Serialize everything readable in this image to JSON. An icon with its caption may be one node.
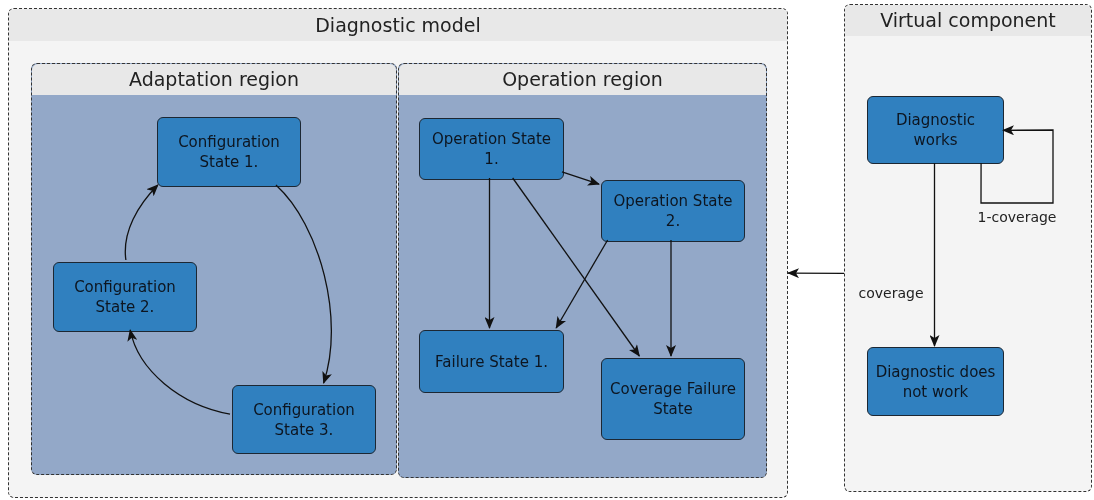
{
  "diagram": {
    "nodes": [
      {
        "text": [
          "Diagnostic model"
        ]
      },
      {
        "text": [
          "Adaptation region"
        ],
        "in": 0
      },
      {
        "text": [
          "Configuration State 1."
        ],
        "in": 1
      },
      {
        "text": [
          "Configuration State 2."
        ],
        "in": 1
      },
      {
        "text": [
          "Configuration State 3."
        ],
        "in": 1
      },
      {
        "text": [
          "Operation region"
        ],
        "in": 0
      },
      {
        "text": [
          "Operation State 1."
        ],
        "in": 5
      },
      {
        "text": [
          "Operation State 2."
        ],
        "in": 5
      },
      {
        "text": [
          "Failure State 1."
        ],
        "in": 5
      },
      {
        "text": [
          "Coverage Failure State"
        ],
        "in": 5
      },
      {
        "text": [
          "Virtual component"
        ]
      },
      {
        "text": [
          "Diagnostic works"
        ],
        "in": 10
      },
      {
        "text": [
          "Diagnostic does not work"
        ],
        "in": 10
      }
    ],
    "edges": [
      {
        "from": 2,
        "to": 4,
        "arrow": "to"
      },
      {
        "from": 4,
        "to": 3,
        "arrow": "to"
      },
      {
        "from": 3,
        "to": 2,
        "arrow": "to"
      },
      {
        "from": 6,
        "to": 7,
        "arrow": "to"
      },
      {
        "from": 6,
        "to": 8,
        "arrow": "to"
      },
      {
        "from": 6,
        "to": 9,
        "arrow": "to"
      },
      {
        "from": 7,
        "to": 8,
        "arrow": "to"
      },
      {
        "from": 7,
        "to": 9,
        "arrow": "to"
      },
      {
        "from": 11,
        "to": 12,
        "arrow": "to",
        "label": "coverage"
      },
      {
        "from": 11,
        "to": 11,
        "arrow": "to",
        "label": "1-coverage"
      },
      {
        "from": 10,
        "to": 0,
        "arrow": "to"
      }
    ]
  }
}
